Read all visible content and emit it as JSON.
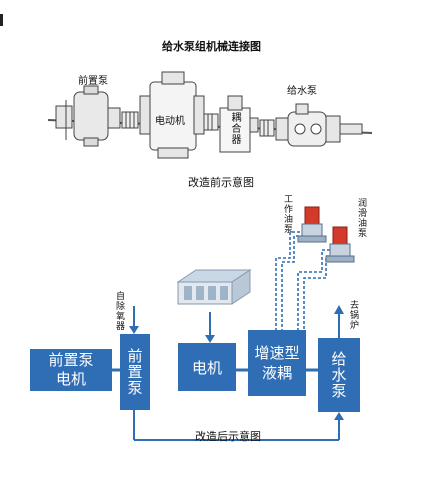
{
  "top_diagram": {
    "title": "给水泵组机械连接图",
    "labels": {
      "booster_pump": "前置泵",
      "motor": "电动机",
      "feed_pump": "给水泵",
      "coupling": "耦合器"
    },
    "caption": "改造前示意图"
  },
  "bottom_diagram": {
    "blocks": {
      "booster_motor": "前置泵电机",
      "booster_pump": "前置泵",
      "motor": "电机",
      "coupling": "增速型液耦",
      "feed_pump": "给水泵"
    },
    "labels": {
      "deaerator": "自除氧器",
      "boiler": "去锅炉",
      "working_oil_pump": "工作油泵",
      "lube_oil_pump": "润滑油泵"
    },
    "caption": "改造后示意图"
  },
  "colors": {
    "block_blue": "#2f6db5",
    "line_blue": "#2f6db5",
    "pump_red": "#d43a2a",
    "machine_gray": "#d9d9d9"
  }
}
